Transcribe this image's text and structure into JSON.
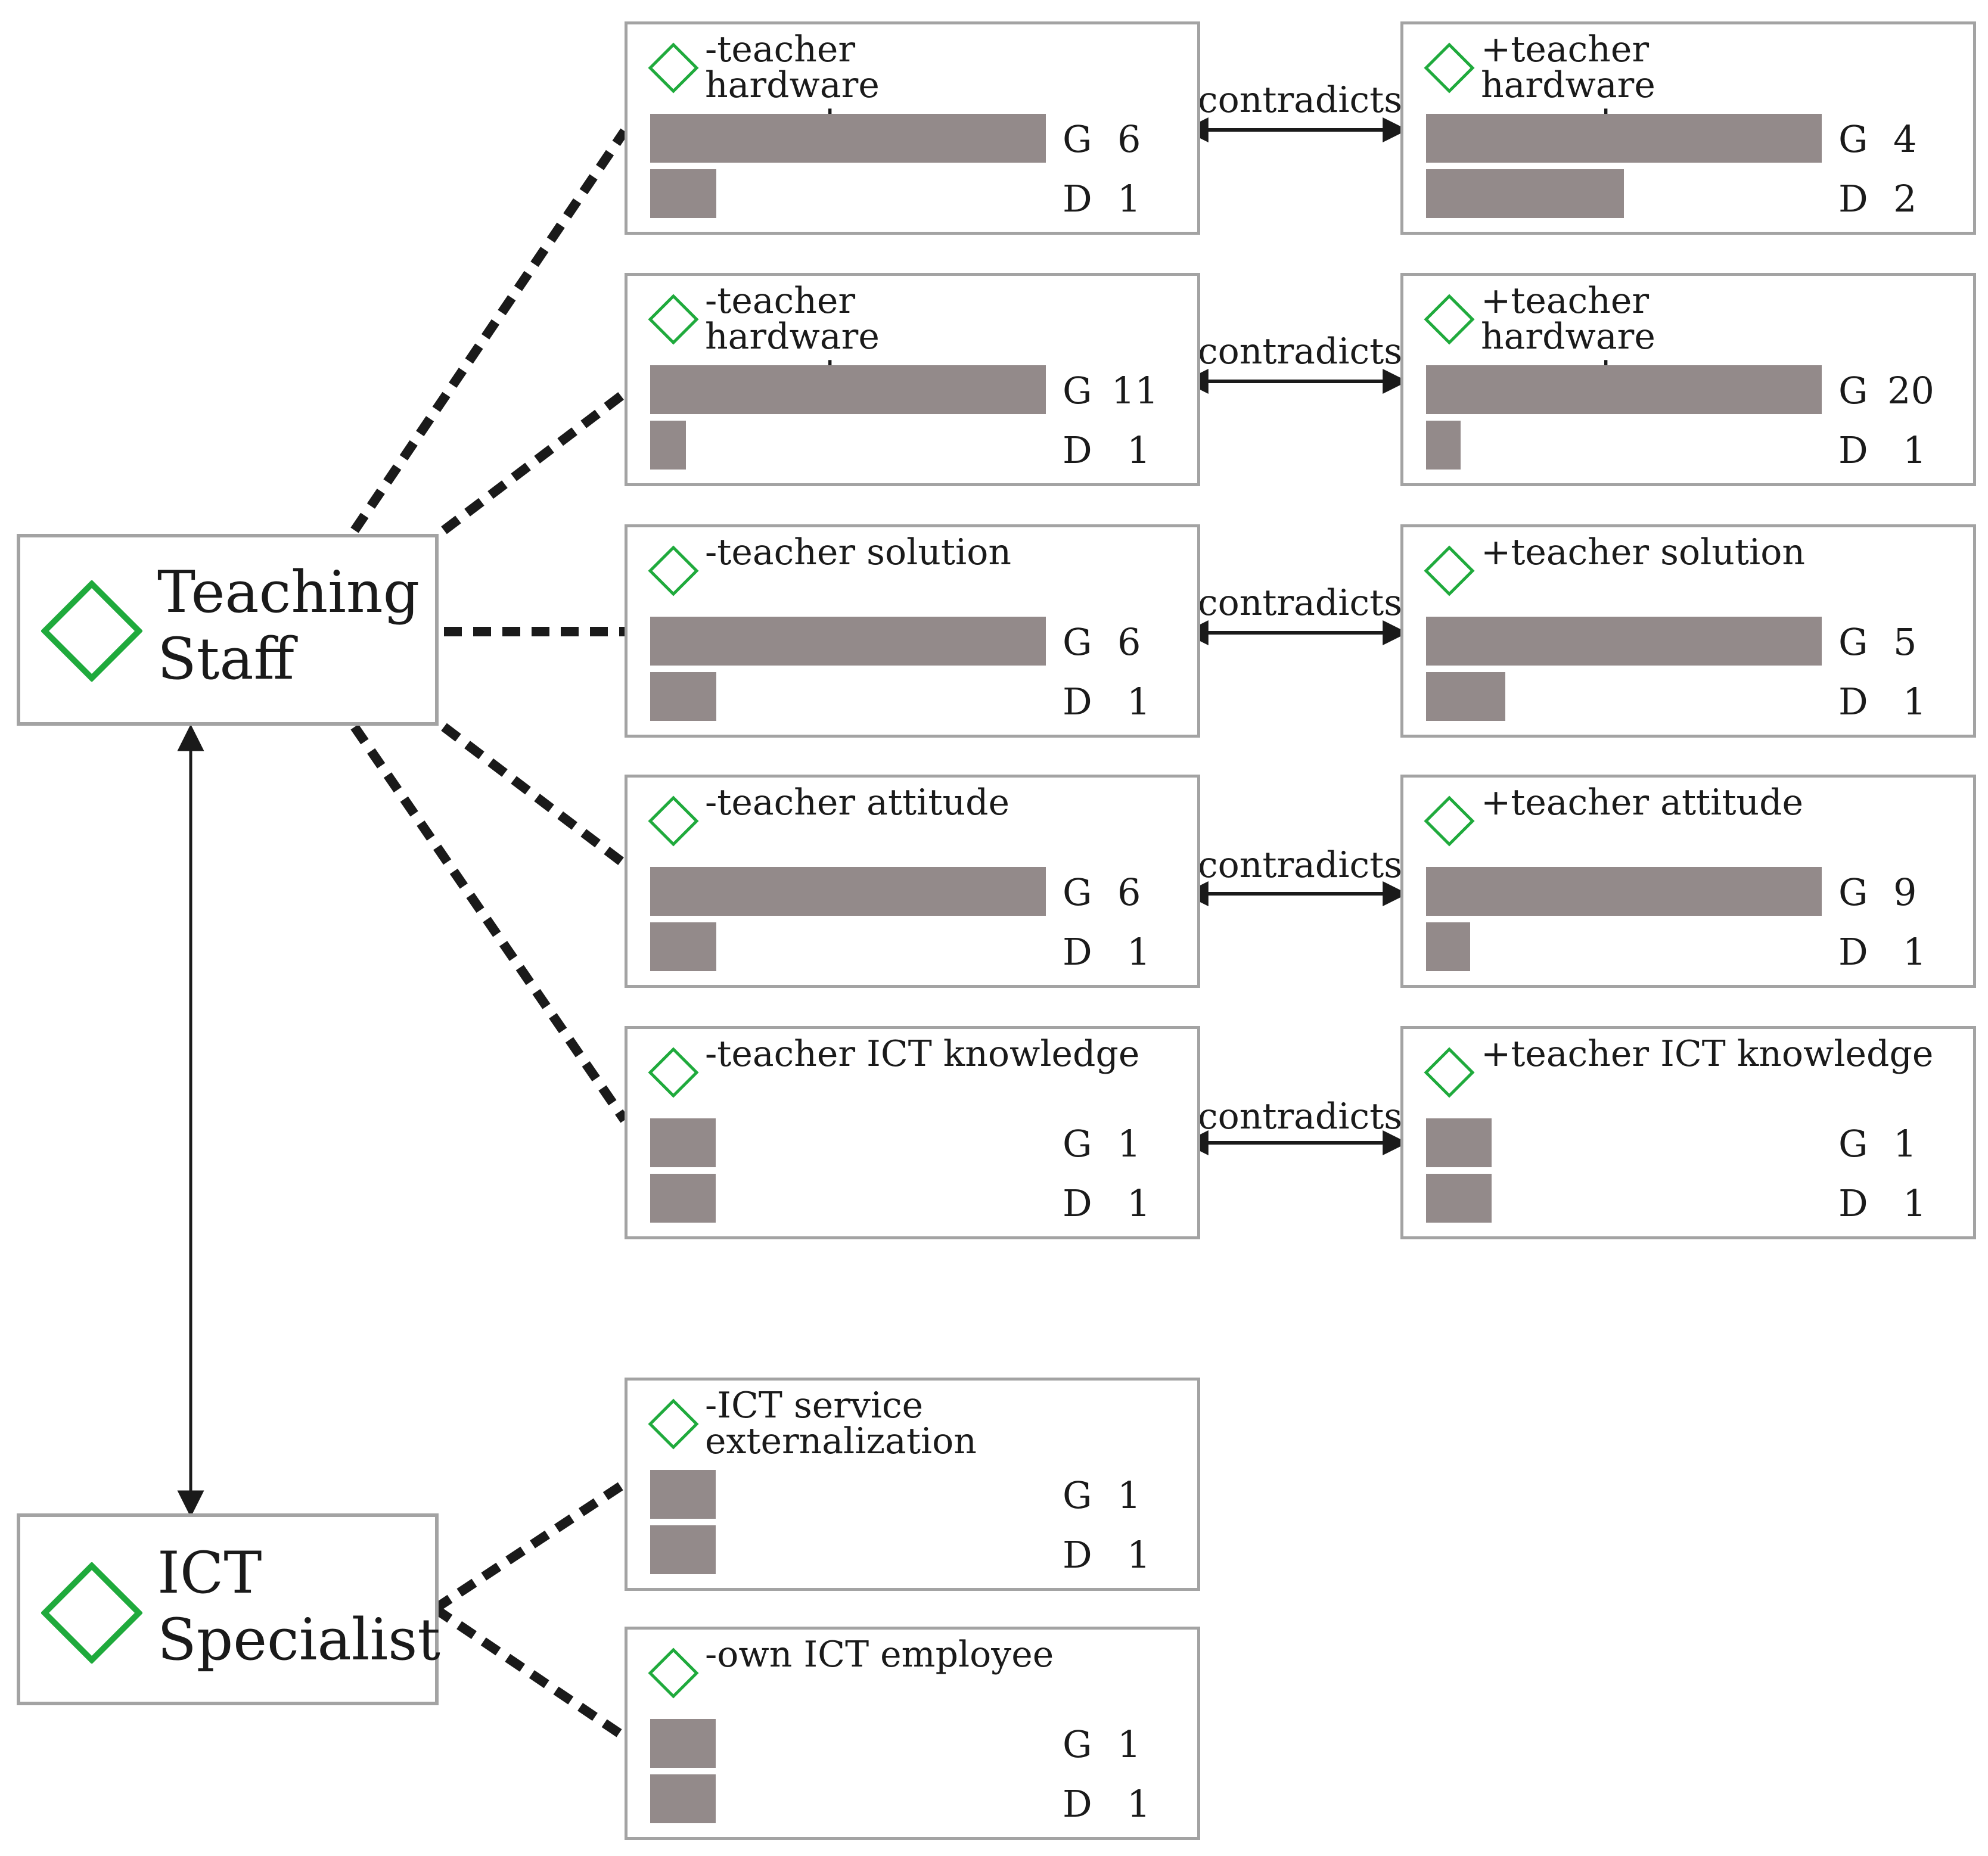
{
  "actors": [
    {
      "id": "teaching-staff",
      "label_line1": "Teaching",
      "label_line2": "Staff",
      "icon": "diamond-icon",
      "icon_color": "#1faa3c"
    },
    {
      "id": "ict-specialist",
      "label_line1": "ICT",
      "label_line2": "Specialist",
      "icon": "diamond-icon",
      "icon_color": "#1faa3c"
    }
  ],
  "relation_label": "contradicts",
  "metric_labels": {
    "g": "G",
    "d": "D"
  },
  "colors": {
    "bar": "#938a8a",
    "border": "#a3a3a3",
    "icon": "#1faa3c",
    "line": "#1a1a1a"
  },
  "codes": [
    {
      "id": "neg-hw-1",
      "title": "-teacher hardware competences",
      "g": 6,
      "d": 1
    },
    {
      "id": "pos-hw-1",
      "title": "+teacher hardware competences",
      "g": 4,
      "d": 2
    },
    {
      "id": "neg-hw-2",
      "title": "-teacher hardware competences",
      "g": 11,
      "d": 1
    },
    {
      "id": "pos-hw-2",
      "title": "+teacher hardware competences",
      "g": 20,
      "d": 1
    },
    {
      "id": "neg-solution",
      "title": "-teacher solution",
      "g": 6,
      "d": 1
    },
    {
      "id": "pos-solution",
      "title": "+teacher solution",
      "g": 5,
      "d": 1
    },
    {
      "id": "neg-attitude",
      "title": "-teacher attitude",
      "g": 6,
      "d": 1
    },
    {
      "id": "pos-attitude",
      "title": "+teacher attitude",
      "g": 9,
      "d": 1
    },
    {
      "id": "neg-ict-knowledge",
      "title": "-teacher ICT knowledge",
      "g": 1,
      "d": 1
    },
    {
      "id": "pos-ict-knowledge",
      "title": "+teacher ICT knowledge",
      "g": 1,
      "d": 1
    },
    {
      "id": "neg-ict-externalization",
      "title": "-ICT service externalization",
      "g": 1,
      "d": 1
    },
    {
      "id": "neg-own-ict-employee",
      "title": "-own ICT employee",
      "g": 1,
      "d": 1
    }
  ]
}
